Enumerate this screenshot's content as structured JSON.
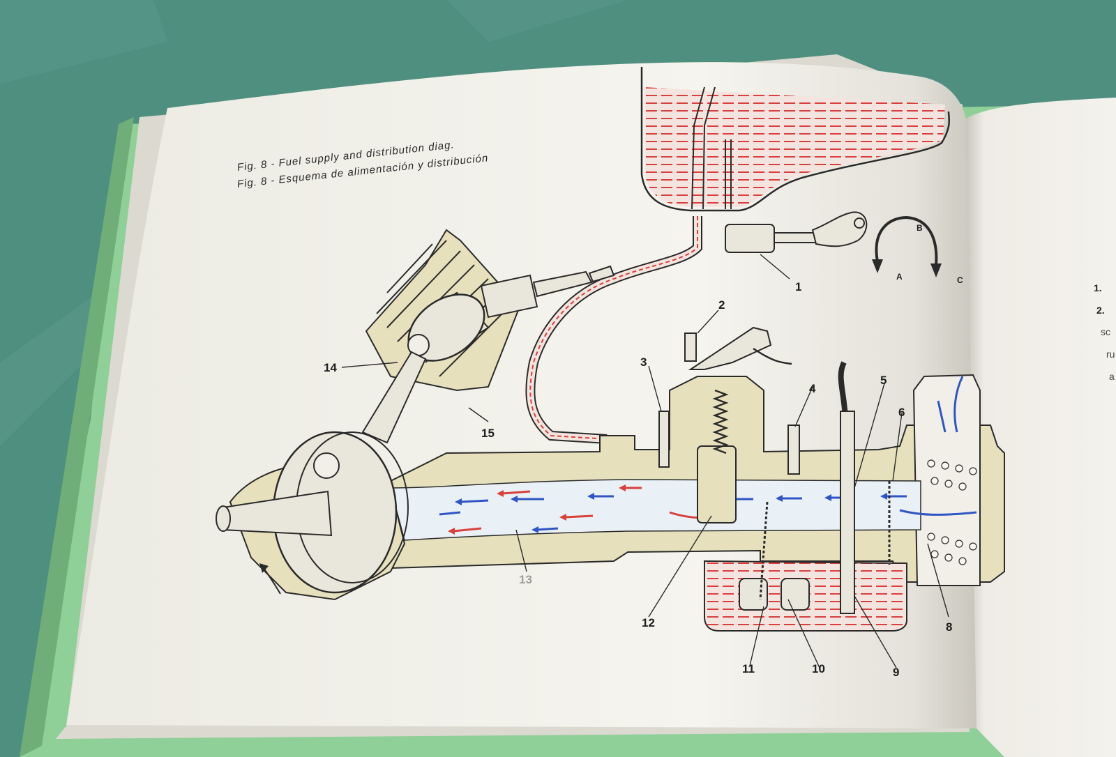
{
  "colors": {
    "table": "#4f8f80",
    "book_cover": "#8fcf98",
    "page": "#f3f1ea",
    "casting": "#e6e0bd",
    "fuel_red": "#d8403c",
    "air_blue": "#2f55c4"
  },
  "figure": {
    "caption_en": "Fig. 8 - Fuel supply and distribution diag.",
    "caption_es": "Fig. 8 - Esquema de alimentación y distribución",
    "rotation_labels": [
      "A",
      "B",
      "C"
    ],
    "part_numbers": [
      "1",
      "2",
      "3",
      "4",
      "5",
      "6",
      "8",
      "9",
      "10",
      "11",
      "12",
      "13",
      "14",
      "15"
    ]
  },
  "right_page": {
    "list_numbers": [
      "1.",
      "2."
    ],
    "text_fragments": [
      "sc",
      "ru",
      "a"
    ]
  }
}
